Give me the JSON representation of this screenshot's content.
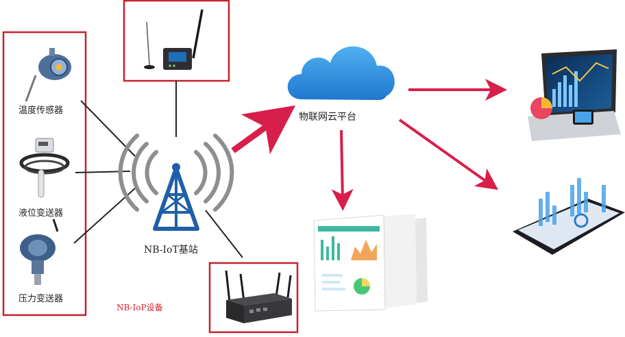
{
  "sensors": [
    {
      "label": "温度传感器",
      "icon": "temperature-sensor-icon"
    },
    {
      "label": "液位变送器",
      "icon": "level-transmitter-icon"
    },
    {
      "label": "压力变送器",
      "icon": "pressure-transmitter-icon"
    }
  ],
  "base_station": {
    "label": "NB-IoT基站",
    "icon": "cell-tower-icon"
  },
  "cloud": {
    "label": "物联网云平台",
    "icon": "cloud-icon"
  },
  "device_note": "NB-IoP设备",
  "colors": {
    "box_border": "#c8202a",
    "arrow": "#d81e4a",
    "tower": "#1f5fa8",
    "cloud": "#2d8fe0"
  }
}
